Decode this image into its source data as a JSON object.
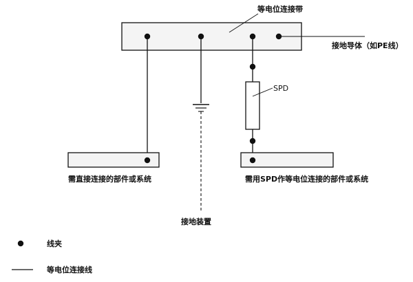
{
  "labels": {
    "bonding_bar": "等电位连接带",
    "earth_conductor": "接地导体（如PE线）",
    "spd": "SPD",
    "direct_parts": "需直接连接的部件或系统",
    "spd_parts": "需用SPD作等电位连接的部件或系统",
    "earth_device": "接地装置"
  },
  "legend": {
    "clamp": "线夹",
    "bonding_line": "等电位连接线"
  },
  "colors": {
    "ink": "#111111",
    "bar_fill": "#f4f4f4",
    "paper": "#ffffff"
  }
}
